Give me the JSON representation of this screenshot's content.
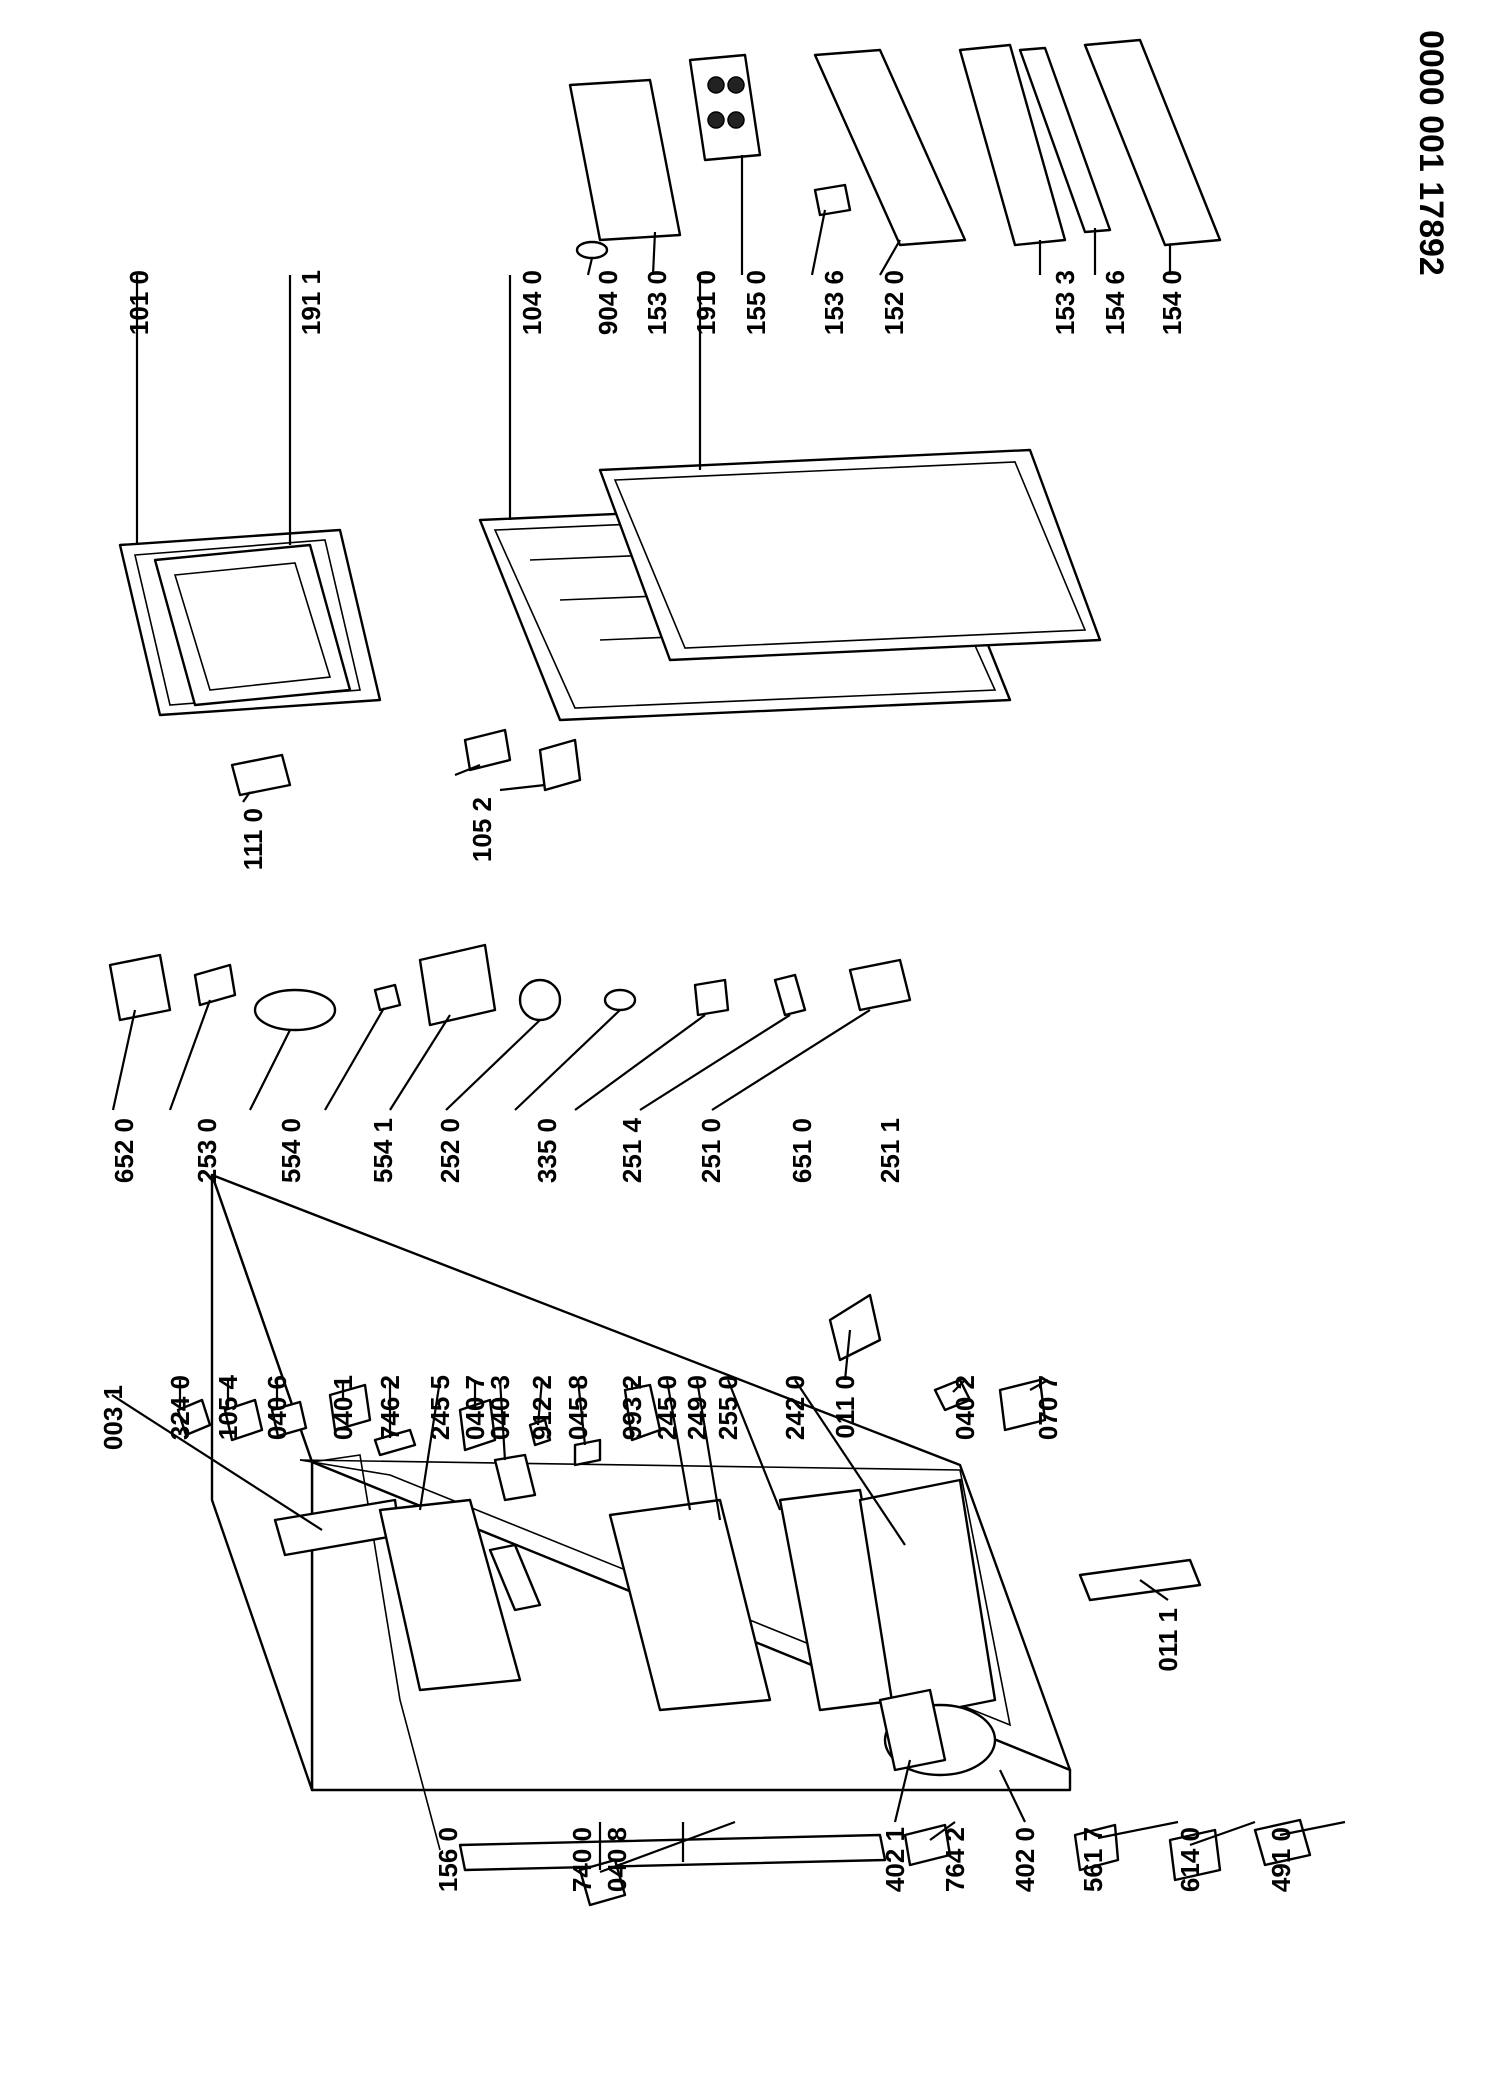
{
  "document_code": "0000 001 17892",
  "labels": {
    "l_003_1": "003 1",
    "l_324_0": "324 0",
    "l_105_4": "105 4",
    "l_040_6": "040 6",
    "l_040_1": "040 1",
    "l_746_2": "746 2",
    "l_245_5": "245 5",
    "l_040_7": "040 7",
    "l_040_3": "040 3",
    "l_912_2": "912 2",
    "l_045_8": "045 8",
    "l_993_2": "993 2",
    "l_245_0": "245 0",
    "l_249_0": "249 0",
    "l_255_0": "255 0",
    "l_242_0": "242 0",
    "l_011_0": "011 0",
    "l_040_2": "040 2",
    "l_070_7": "070 7",
    "l_011_1": "011 1",
    "l_156_0": "156 0",
    "l_740_0": "740 0",
    "l_040_8": "040 8",
    "l_402_1": "402 1",
    "l_764_2": "764 2",
    "l_402_0": "402 0",
    "l_561_7": "561 7",
    "l_614_0": "614 0",
    "l_491_0": "491 0",
    "l_652_0": "652 0",
    "l_253_0": "253 0",
    "l_554_0": "554 0",
    "l_554_1": "554 1",
    "l_252_0": "252 0",
    "l_335_0": "335 0",
    "l_251_4": "251 4",
    "l_251_0": "251 0",
    "l_651_0": "651 0",
    "l_251_1": "251 1",
    "l_111_0": "111 0",
    "l_105_2": "105 2",
    "l_101_0": "101 0",
    "l_191_1": "191 1",
    "l_104_0": "104 0",
    "l_904_0": "904 0",
    "l_153_0": "153 0",
    "l_191_0": "191 0",
    "l_155_0": "155 0",
    "l_153_6": "153 6",
    "l_152_0": "152 0",
    "l_153_3": "153 3",
    "l_154_6": "154 6",
    "l_154_0": "154 0"
  }
}
